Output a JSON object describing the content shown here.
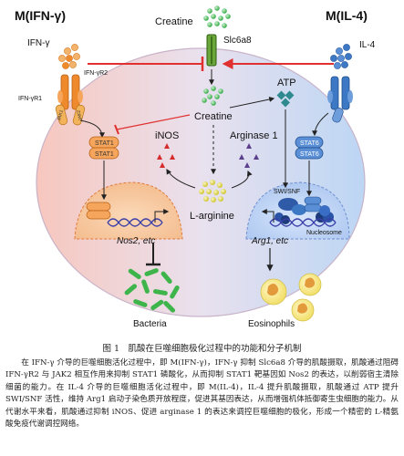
{
  "figure": {
    "title_left": "M(IFN-γ)",
    "title_right": "M(IL-4)",
    "creatine_top": "Creatine",
    "transporter": "Slc6a8",
    "ifng": "IFN-γ",
    "ifngr2": "IFN-γR2",
    "ifngr1": "IFN-γR1",
    "jak1": "JAK1",
    "jak2": "JAK2",
    "stat1": "STAT1",
    "il4": "IL-4",
    "atp": "ATP",
    "stat6": "STAT6",
    "creatine_inside": "Creatine",
    "inos": "iNOS",
    "arginase": "Arginase 1",
    "larginine": "L-arginine",
    "nos2": "Nos2, etc",
    "arg1": "Arg1, etc",
    "swisnf": "SWI/SNF",
    "nucleosome": "Nucleosome",
    "bacteria": "Bacteria",
    "eosinophils": "Eosinophils",
    "colors": {
      "red": "#e03030",
      "blue": "#2a6db5",
      "green": "#3db54a",
      "orange": "#ef8a2c",
      "purple": "#5b3f8c"
    }
  },
  "caption": "图 1　肌酸在巨噬细胞极化过程中的功能和分子机制",
  "paragraph1": "在 IFN-γ 介导的巨噬细胞活化过程中，即 M(IFN-γ)，IFN-γ 抑制 Slc6a8 介导的肌酸摄取，肌酸通过阻碍 IFN-γR2 与 JAK2 相互作用来抑制 STAT1 磷酸化，从而抑制 STAT1 靶基因如 Nos2 的表达，以削弱宿主清除细菌的能力。在 IL-4 介导的巨噬细胞活化过程中，即 M(IL-4)，IL-4 提升肌酸摄取，肌酸通过 ATP 提升 SWI/SNF 活性，维持 Arg1 启动子染色质开放程度，促进其基因表达，从而增强机体抵御寄生虫细胞的能力。从代谢水平来看，肌酸通过抑制 iNOS、促进 arginase 1 的表达来调控巨噬细胞的极化，形成一个精密的 L-精氨酸免疫代谢调控网络。"
}
